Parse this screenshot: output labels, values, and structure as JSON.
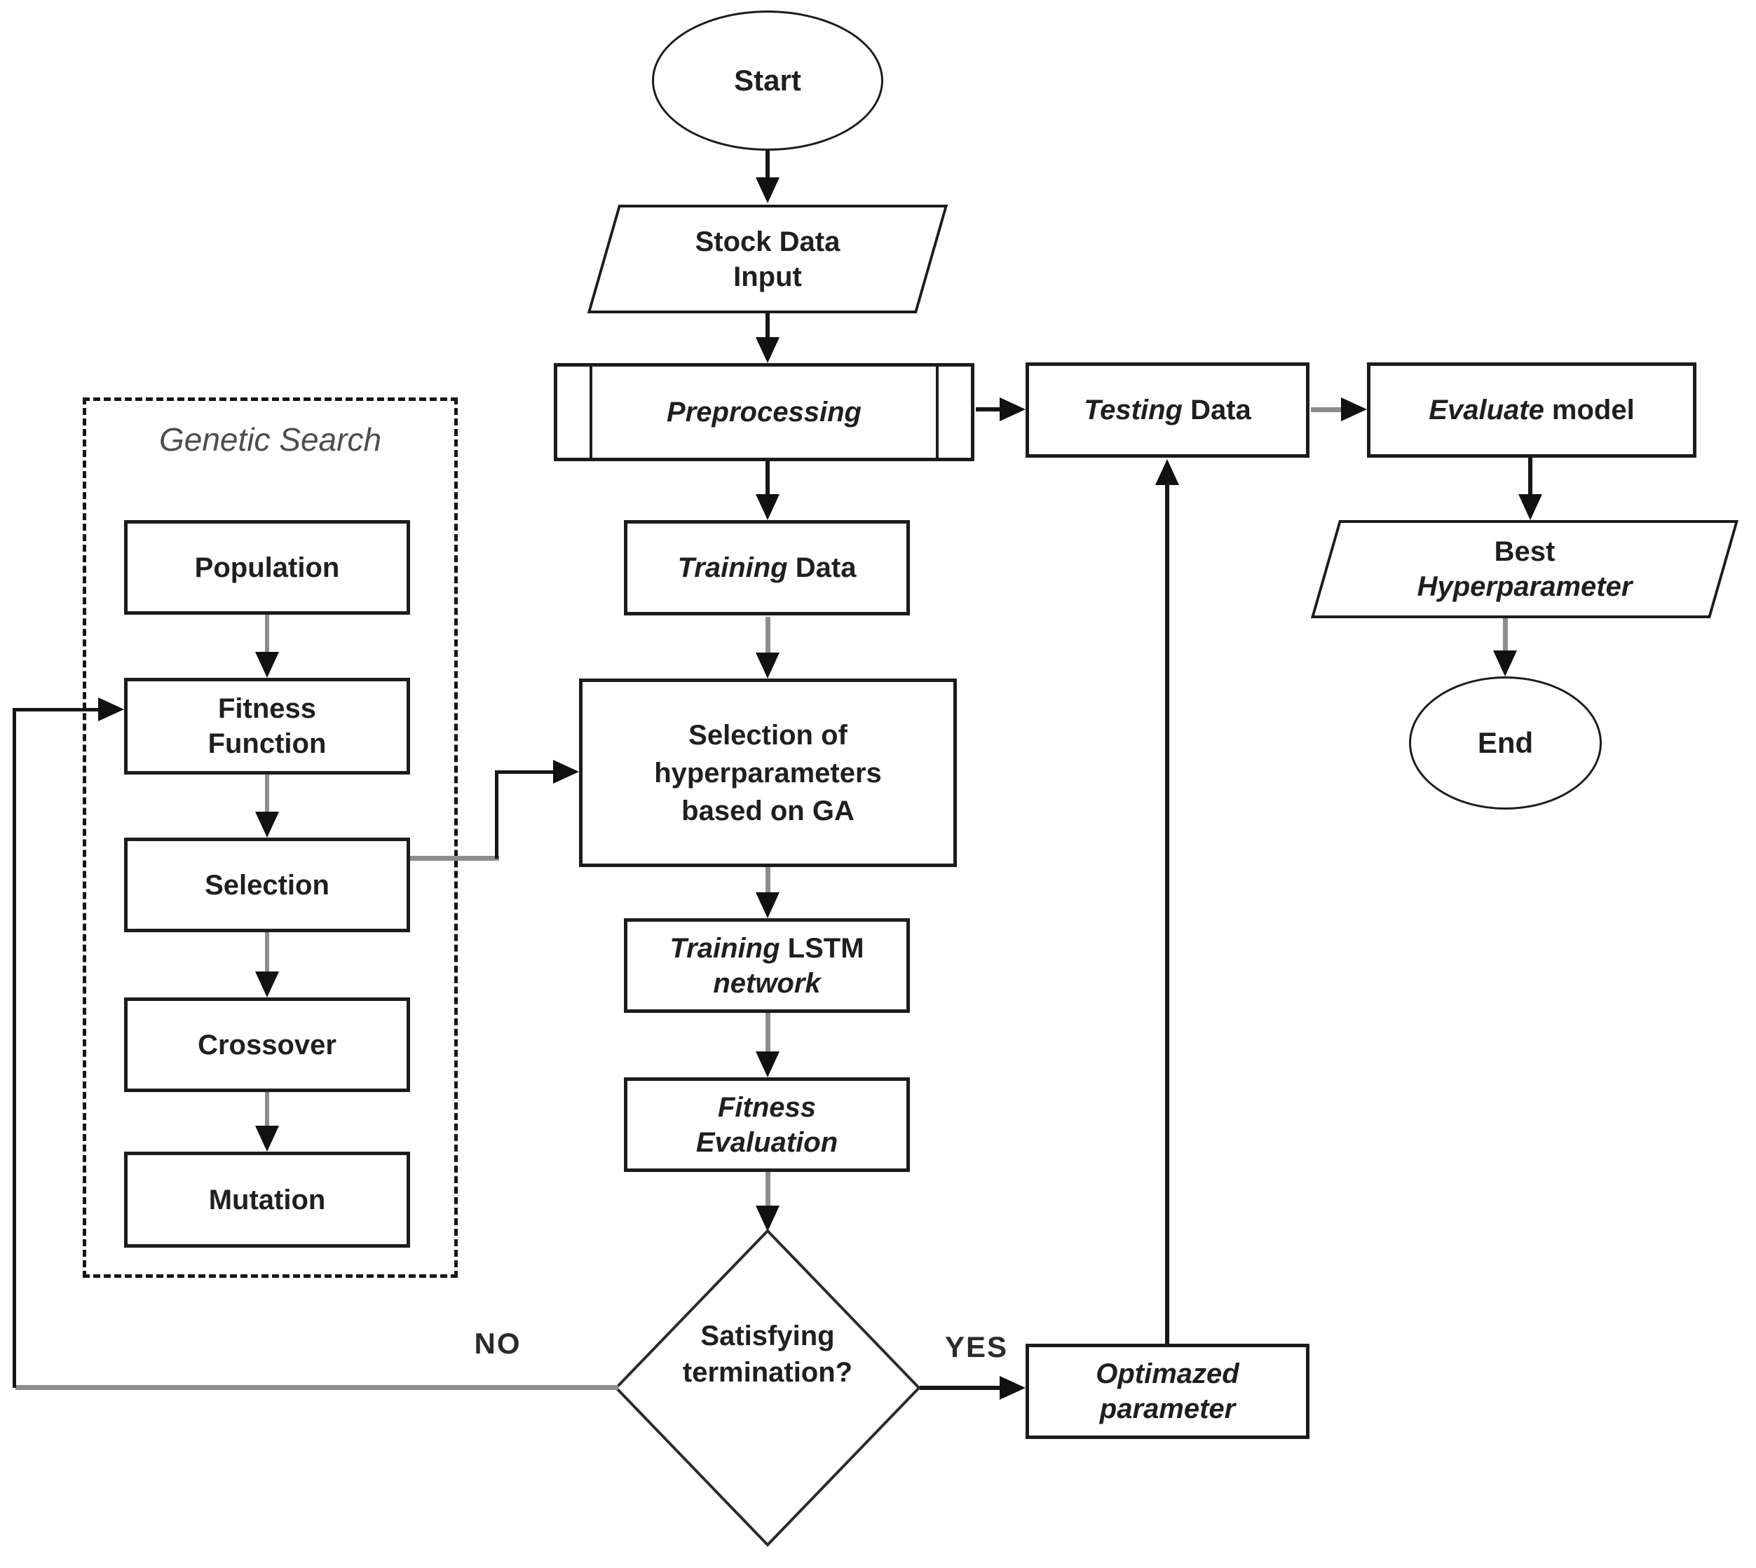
{
  "colors": {
    "line_black": "#161616",
    "line_gray": "#8d8d8d",
    "text": "#1f1f1f",
    "group_label_gray": "#4d4d4d",
    "background": "#ffffff"
  },
  "nodes": {
    "start": {
      "label": "Start"
    },
    "stock_input": {
      "line1": "Stock Data",
      "line2": "Input"
    },
    "preprocessing": {
      "label": "Preprocessing"
    },
    "testing_data": {
      "italic": "Testing",
      "regular": " Data"
    },
    "evaluate_model": {
      "italic": "Evaluate",
      "regular": " model"
    },
    "best_hyperparameter": {
      "line1": "Best",
      "line2": "Hyperparameter"
    },
    "end": {
      "label": "End"
    },
    "training_data": {
      "italic": "Training",
      "regular": " Data"
    },
    "ga_selection": {
      "line1": "Selection of",
      "line2": "hyperparameters",
      "line3": "based on GA"
    },
    "training_lstm": {
      "line1_italic": "Training",
      "line1_regular": " LSTM",
      "line2": "network"
    },
    "fitness_evaluation": {
      "line1": "Fitness",
      "line2": "Evaluation"
    },
    "decision": {
      "line1": "Satisfying",
      "line2": "termination?"
    },
    "optimized_parameter": {
      "line1": "Optimazed",
      "line2": "parameter"
    }
  },
  "genetic_search": {
    "label": "Genetic Search",
    "population": "Population",
    "fitness_function_line1": "Fitness",
    "fitness_function_line2": "Function",
    "selection": "Selection",
    "crossover": "Crossover",
    "mutation": "Mutation"
  },
  "edges": {
    "no_label": "NO",
    "yes_label": "YES"
  }
}
